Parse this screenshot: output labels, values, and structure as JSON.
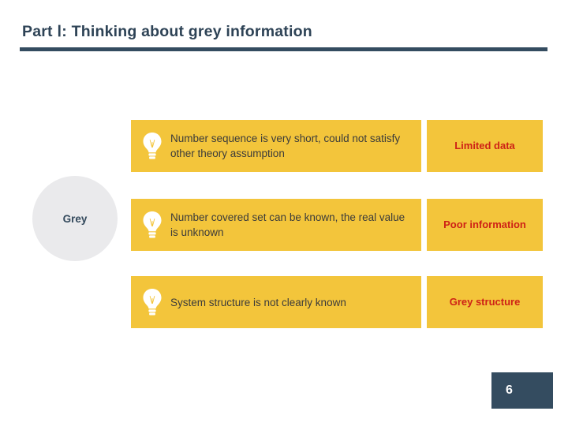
{
  "header": {
    "title": "Part Ⅰ: Thinking about grey information",
    "rule_color": "#344C60",
    "title_color": "#2E4356"
  },
  "concept": {
    "circle_label": "Grey",
    "circle_color": "#EAEAEC",
    "circle_text_color": "#33495C"
  },
  "theme": {
    "box_color": "#F3C53B",
    "statement_text_color": "#3B3B3B",
    "tag_text_color": "#CE2216",
    "page_badge_color": "#344C60"
  },
  "rows": [
    {
      "icon": "lightbulb-icon",
      "statement": "Number sequence is very short, could not satisfy other theory assumption",
      "tag": "Limited data"
    },
    {
      "icon": "lightbulb-icon",
      "statement": "Number covered set can be known, the real value is unknown",
      "tag": "Poor information"
    },
    {
      "icon": "lightbulb-icon",
      "statement": "System structure is not clearly known",
      "tag": "Grey structure"
    }
  ],
  "footer": {
    "page_number": "6"
  }
}
